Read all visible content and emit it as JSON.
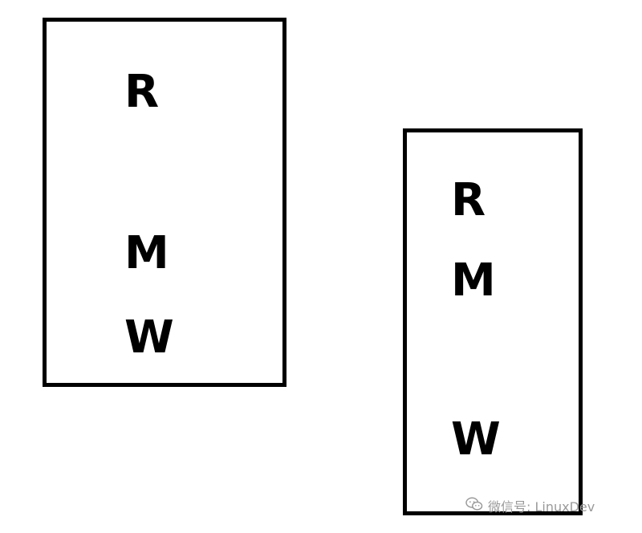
{
  "diagram": {
    "left_box": {
      "letters": [
        "R",
        "M",
        "W"
      ]
    },
    "right_box": {
      "letters": [
        "R",
        "M",
        "W"
      ]
    }
  },
  "watermark": {
    "icon": "wechat-icon",
    "text": "微信号: LinuxDev"
  }
}
